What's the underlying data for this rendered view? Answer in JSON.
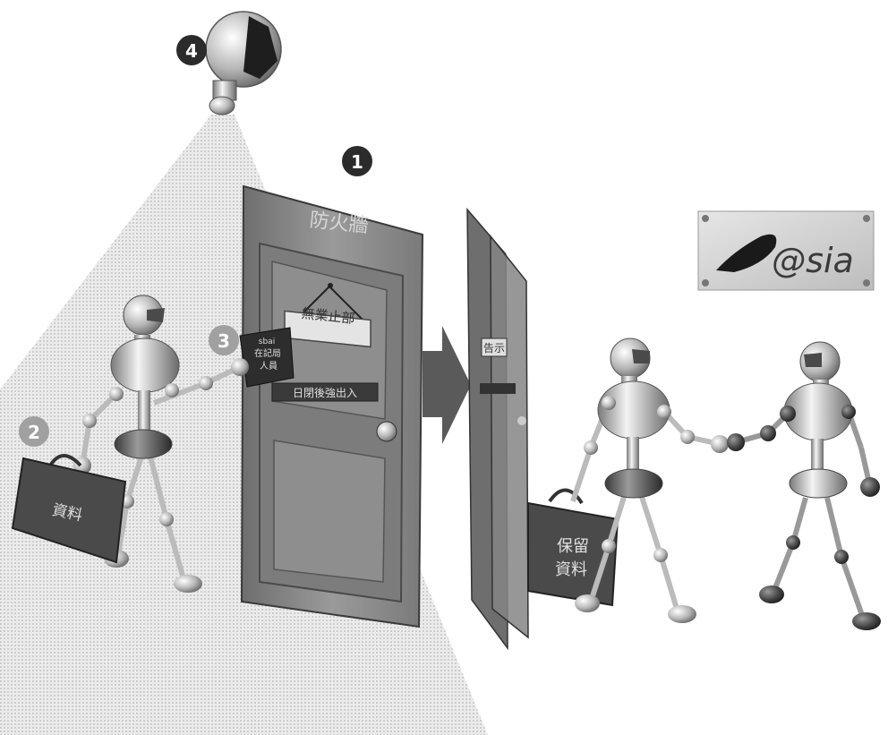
{
  "markers": [
    "1",
    "2",
    "3",
    "4"
  ],
  "door_sign": "防火牆",
  "door_notice": "無業止部",
  "door_strip": "日閉後強出入",
  "pass_card_lines": [
    "sbai",
    "在記局",
    "人員"
  ],
  "far_door_notice": "告示",
  "briefcase_left": [
    "資料"
  ],
  "briefcase_right": [
    "保留",
    "資料"
  ],
  "logo_text": "@sia",
  "colors": {
    "cone": "#d9d9d9",
    "door": "#8c8c8c",
    "marker": "#2b2b2b",
    "robot": "#bdbdbd"
  }
}
